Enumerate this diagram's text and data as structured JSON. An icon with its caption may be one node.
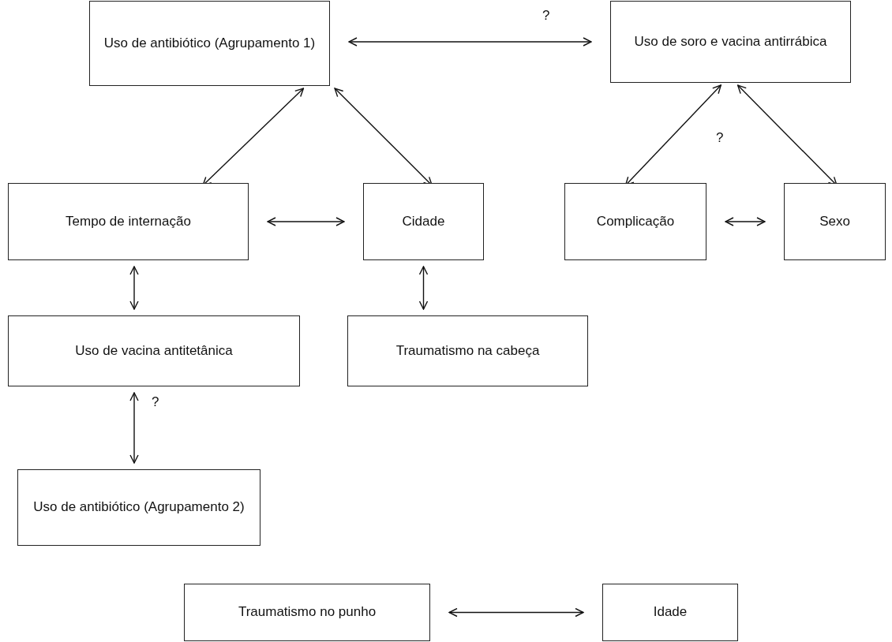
{
  "diagram": {
    "nodes": [
      {
        "text": [
          "Uso de antibiótico (Agrupamento 1)"
        ]
      },
      {
        "text": [
          "Uso de soro e vacina antirrábica"
        ]
      },
      {
        "text": [
          "Tempo de internação"
        ]
      },
      {
        "text": [
          "Cidade"
        ]
      },
      {
        "text": [
          "Complicação"
        ]
      },
      {
        "text": [
          "Sexo"
        ]
      },
      {
        "text": [
          "Uso de vacina antitetânica"
        ]
      },
      {
        "text": [
          "Traumatismo na cabeça"
        ]
      },
      {
        "text": [
          "Uso de antibiótico (Agrupamento 2)"
        ]
      },
      {
        "text": [
          "Traumatismo no punho"
        ]
      },
      {
        "text": [
          "Idade"
        ]
      }
    ],
    "edges": [
      {
        "from": 0,
        "to": 1,
        "arrow": "both",
        "label": "?"
      },
      {
        "from": 0,
        "to": 2,
        "arrow": "both"
      },
      {
        "from": 0,
        "to": 3,
        "arrow": "both"
      },
      {
        "from": 1,
        "to": 4,
        "arrow": "both",
        "label": "?"
      },
      {
        "from": 1,
        "to": 5,
        "arrow": "both"
      },
      {
        "from": 2,
        "to": 3,
        "arrow": "both"
      },
      {
        "from": 4,
        "to": 5,
        "arrow": "both"
      },
      {
        "from": 2,
        "to": 6,
        "arrow": "both"
      },
      {
        "from": 3,
        "to": 7,
        "arrow": "both"
      },
      {
        "from": 6,
        "to": 8,
        "arrow": "both",
        "label": "?"
      },
      {
        "from": 9,
        "to": 10,
        "arrow": "both"
      }
    ]
  }
}
